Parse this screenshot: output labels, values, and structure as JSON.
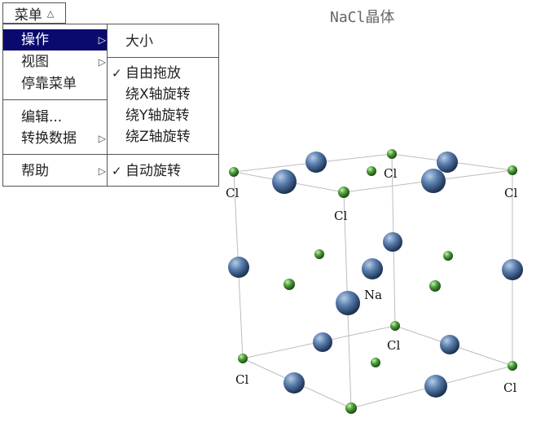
{
  "menu_button": {
    "label": "菜单",
    "caret": "△"
  },
  "menu": {
    "items": [
      {
        "label": "操作",
        "has_submenu": true
      },
      {
        "label": "视图",
        "has_submenu": true
      },
      {
        "label": "停靠菜单",
        "has_submenu": false
      },
      {
        "label": "编辑...",
        "has_submenu": false
      },
      {
        "label": "转换数据",
        "has_submenu": true
      },
      {
        "label": "帮助",
        "has_submenu": true
      }
    ],
    "arrow": "▷"
  },
  "submenu": {
    "items": [
      {
        "label": "大小",
        "checked": false
      },
      {
        "label": "自由拖放",
        "checked": true
      },
      {
        "label": "绕X轴旋转",
        "checked": false
      },
      {
        "label": "绕Y轴旋转",
        "checked": false
      },
      {
        "label": "绕Z轴旋转",
        "checked": false
      },
      {
        "label": "自动旋转",
        "checked": true
      }
    ],
    "check_mark": "✓"
  },
  "scene": {
    "title": "NaCl晶体",
    "labels": {
      "cl": "Cl",
      "na": "Na"
    },
    "colors": {
      "na": "#4a6b96",
      "cl": "#4f9a3a",
      "edge": "#bbbbbb",
      "highlight": "#0a0a6e"
    }
  }
}
